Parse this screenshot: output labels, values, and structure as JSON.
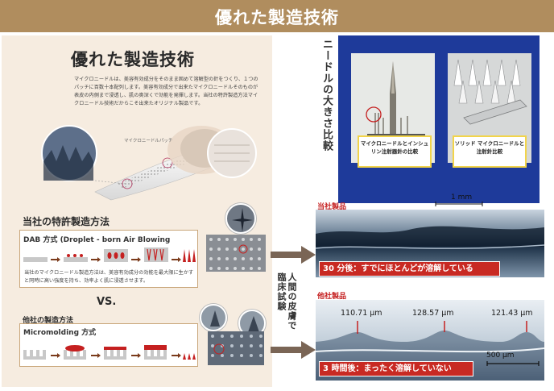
{
  "header": {
    "title": "優れた製造技術"
  },
  "left": {
    "title": "優れた製造技術",
    "intro": "マイクロニードルは、美容有効成分をそのまま固めて溶解型の針をつくり、１つのパッチに百数十本配列します。美容有効成分で出来たマイクロニードルそのものが表皮の内側まで浸透し、肌の奥深くで効能を発揮します。当社の特許製造方法マイクロニードル技術だからこそ出来たオリジナル製品です。",
    "patch_label": "マイクロニードルパッチ",
    "patent_title": "当社の特許製造方法",
    "dab_title": "DAB 方式 (Droplet - born Air Blowing",
    "dab_desc": "当社のマイクロニードル製造方法は、美容有効成分の効能を最大限に生かすと同時に高い強度を持ち、効率よく肌に浸透させます。",
    "vs": "VS.",
    "other_title": "他社の製造方法",
    "micromolding_title": "Micromolding 方式"
  },
  "side_label": "人間の皮膚で臨床試験",
  "needle_compare": {
    "vertical_title": "ニードルの大きさ比較",
    "caption_left": "マイクロニードルとインシュリン注射器針の比較",
    "caption_right": "ソリッド マイクロニードルと注射針比較"
  },
  "results": {
    "ours_label": "当社製品",
    "scale_top": "1 mm",
    "ours_bar": "30 分後：すでにほとんどが溶解している",
    "others_label": "他社製品",
    "measurements": [
      "110.71 μm",
      "128.57 μm",
      "121.43 μm"
    ],
    "scale_bottom": "500 μm",
    "others_bar": "3 時間後：まったく溶解していない"
  },
  "colors": {
    "header": "#b08d5e",
    "panel": "#f6ece0",
    "blue": "#1e3a9a",
    "red": "#c82a23",
    "caption_border": "#f2d44a"
  }
}
